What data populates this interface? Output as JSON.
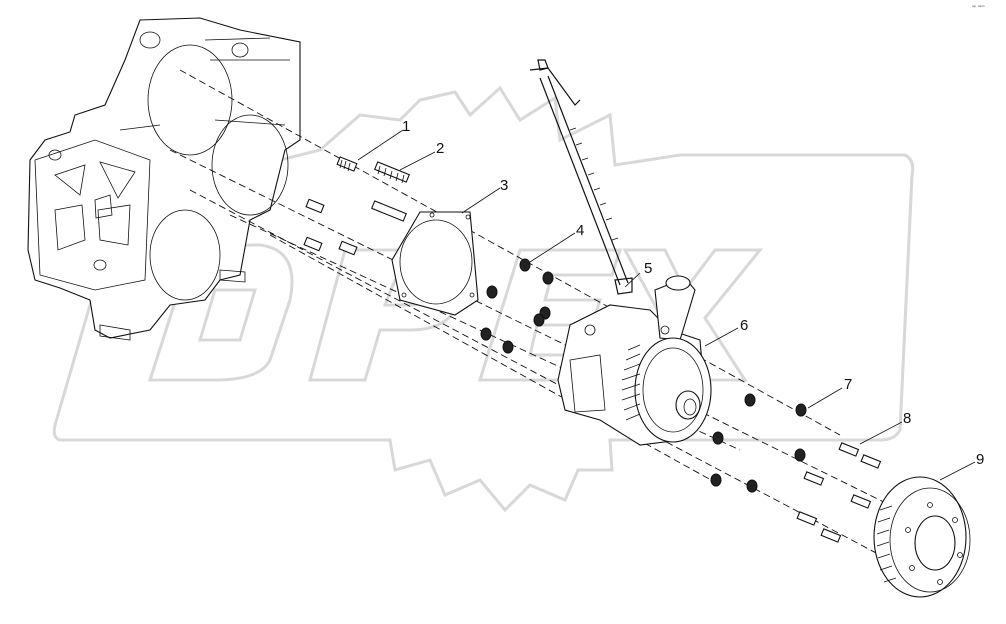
{
  "corner_mark": "ᵃᵖ ᵈᵉᵐ",
  "watermark": "OPEX",
  "callouts": [
    {
      "label": "1",
      "part": "stud-short"
    },
    {
      "label": "2",
      "part": "stud-long"
    },
    {
      "label": "3",
      "part": "gasket"
    },
    {
      "label": "4",
      "part": "nut"
    },
    {
      "label": "5",
      "part": "dipstick"
    },
    {
      "label": "6",
      "part": "water-pump"
    },
    {
      "label": "7",
      "part": "nut"
    },
    {
      "label": "8",
      "part": "stud"
    },
    {
      "label": "9",
      "part": "pulley"
    }
  ],
  "colors": {
    "line": "#111111",
    "watermark": "#d8d8d8",
    "background": "#ffffff"
  }
}
